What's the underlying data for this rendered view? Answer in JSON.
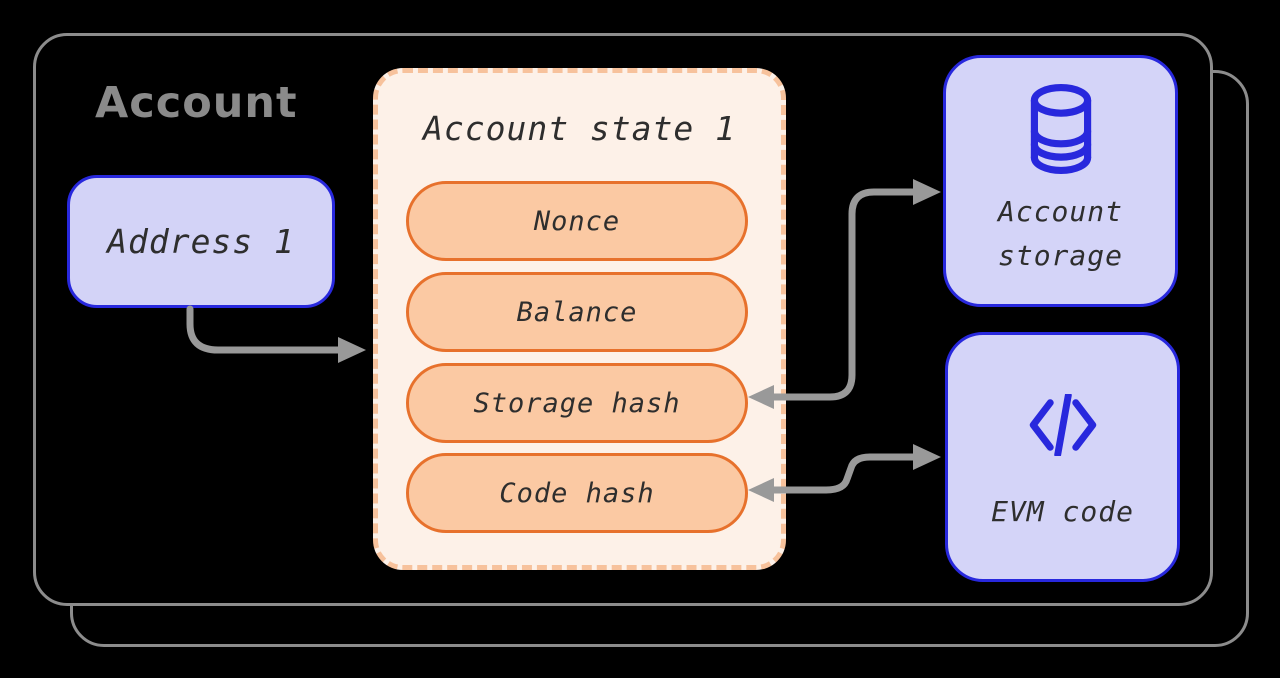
{
  "diagram": {
    "title": "Account",
    "address_box": {
      "label": "Address 1"
    },
    "state_panel": {
      "title": "Account state 1",
      "fields": [
        "Nonce",
        "Balance",
        "Storage hash",
        "Code hash"
      ]
    },
    "storage_box": {
      "icon": "database-icon",
      "label_line1": "Account",
      "label_line2": "storage"
    },
    "evm_box": {
      "icon": "code-icon",
      "label": "EVM code"
    },
    "edges": [
      {
        "from": "address-box",
        "to": "state-panel",
        "direction": "one-way"
      },
      {
        "from": "storage-hash-pill",
        "to": "account-storage-box",
        "direction": "two-way"
      },
      {
        "from": "code-hash-pill",
        "to": "evm-code-box",
        "direction": "two-way"
      }
    ],
    "colors": {
      "background": "#000000",
      "card_border_gray": "#8c8c8c",
      "title_gray": "#8a8a8a",
      "lavender_fill": "#d4d4f8",
      "blue_border": "#2828dd",
      "panel_cream": "#fdf1e8",
      "panel_dash": "#f7c29c",
      "pill_fill": "#fbc9a3",
      "pill_border": "#e7712c",
      "arrow_gray": "#999999",
      "text_dark": "#2e2e2e"
    }
  }
}
